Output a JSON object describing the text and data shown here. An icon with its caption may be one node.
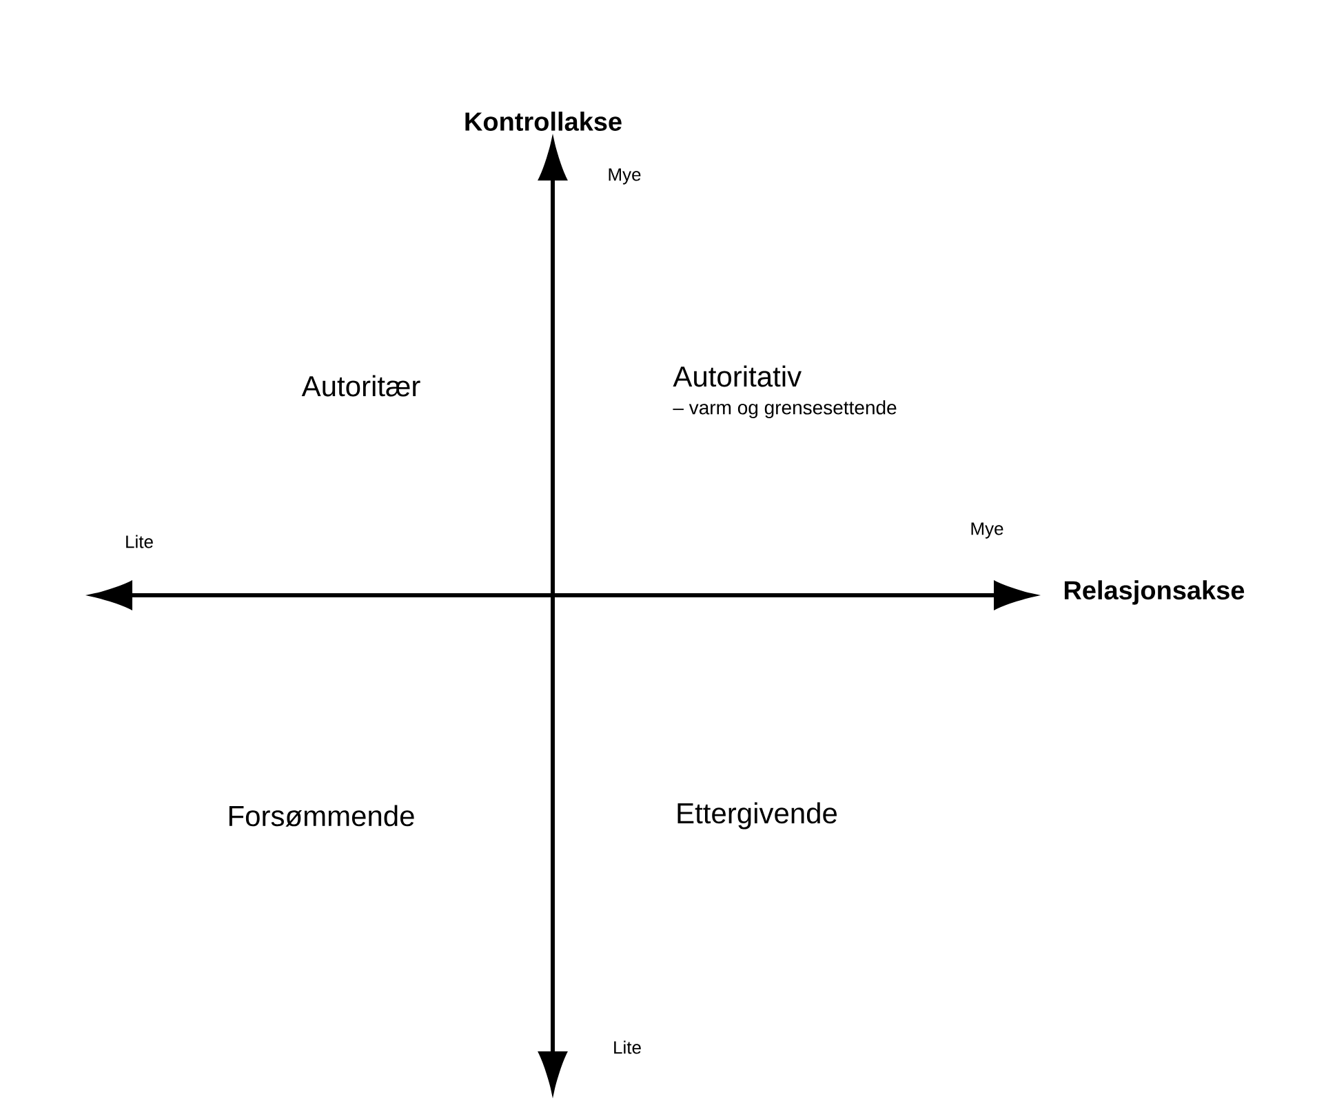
{
  "diagram": {
    "labels": [
      "Kontrollakse",
      "Mye",
      "Autoritær",
      "Autoritativ",
      "– varm og grensesettende",
      "Lite",
      "Mye",
      "Relasjonsakse",
      "Forsømmende",
      "Ettergivende",
      "Lite"
    ]
  }
}
